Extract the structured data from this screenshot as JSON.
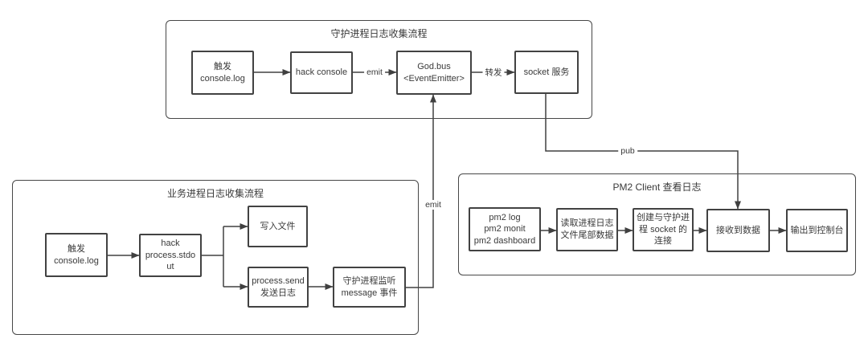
{
  "groups": [
    {
      "title": "守护进程日志收集流程",
      "nodes": [
        "触发\nconsole.log",
        "hack console",
        "God.bus\n<EventEmitter>",
        "socket 服务"
      ]
    },
    {
      "title": "业务进程日志收集流程",
      "nodes": [
        "触发\nconsole.log",
        "hack\nprocess.stdo\nut",
        "写入文件",
        "process.send\n发送日志",
        "守护进程监听\nmessage 事件"
      ]
    },
    {
      "title": "PM2 Client 查看日志",
      "nodes": [
        "pm2 log\npm2 monit\npm2 dashboard",
        "读取进程日志\n文件尾部数据",
        "创建与守护进\n程 socket 的\n连接",
        "接收到数据",
        "输出到控制台"
      ]
    }
  ],
  "edge_labels": {
    "emit_daemon": "emit",
    "forward": "转发",
    "emit_up": "emit",
    "pub": "pub"
  },
  "colors": {
    "line": "#404040",
    "text": "#3a3a3a",
    "background": "#ffffff"
  }
}
